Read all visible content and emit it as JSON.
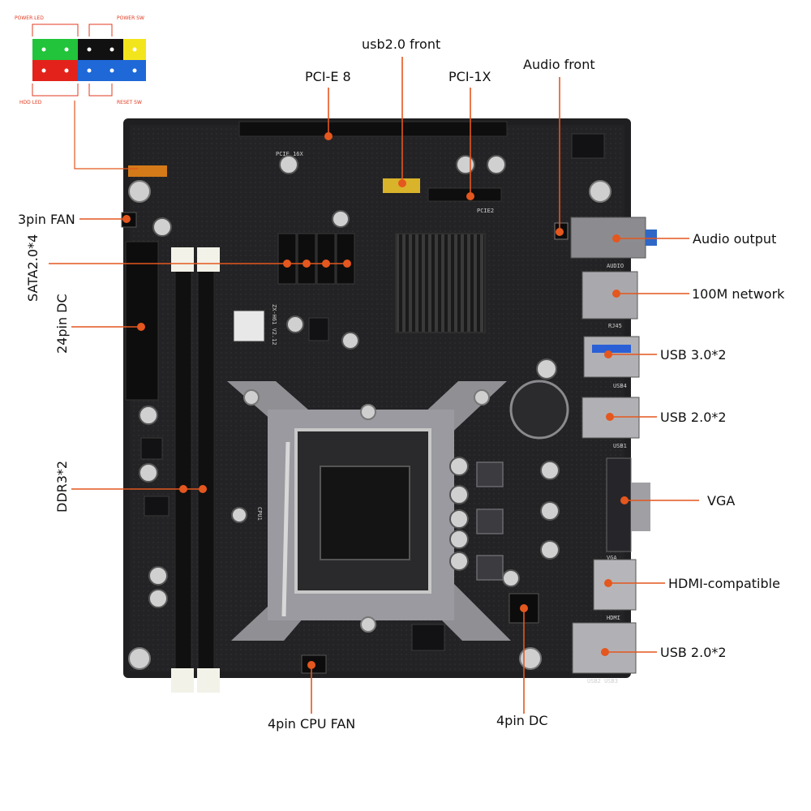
{
  "colors": {
    "accent": "#e4571e",
    "board": "#1f1f21",
    "label_text": "#111111",
    "legend_text": "#e03a1f"
  },
  "legend": {
    "power_led": "POWER LED",
    "power_sw": "POWER SW",
    "hdd_led": "HDD LED",
    "reset_sw": "RESET SW"
  },
  "board_marks": {
    "pcie_16x": "PCIE 16X",
    "pcie_1": "PCIE2",
    "audio": "AUDIO",
    "rj45": "RJ45",
    "usb4": "USB4",
    "usb1": "USB1",
    "vga": "VGA",
    "hdmi": "HDMI",
    "usb_bottom": "USB2 USB3",
    "cpu": "CPU1",
    "model": "ZX-H61 V2.12"
  },
  "labels": {
    "pcie8": "PCI-E 8",
    "usb_front": "usb2.0 front",
    "pci1x": "PCI-1X",
    "audio_front": "Audio front",
    "fan3": "3pin FAN",
    "sata": "SATA2.0*4",
    "atx24": "24pin DC",
    "ddr3": "DDR3*2",
    "audio_out": "Audio output",
    "network": "100M network",
    "usb30": "USB 3.0*2",
    "usb20a": "USB 2.0*2",
    "vga": "VGA",
    "hdmi": "HDMI-compatible",
    "usb20b": "USB 2.0*2",
    "cpu_fan": "4pin CPU FAN",
    "dc4": "4pin DC"
  }
}
